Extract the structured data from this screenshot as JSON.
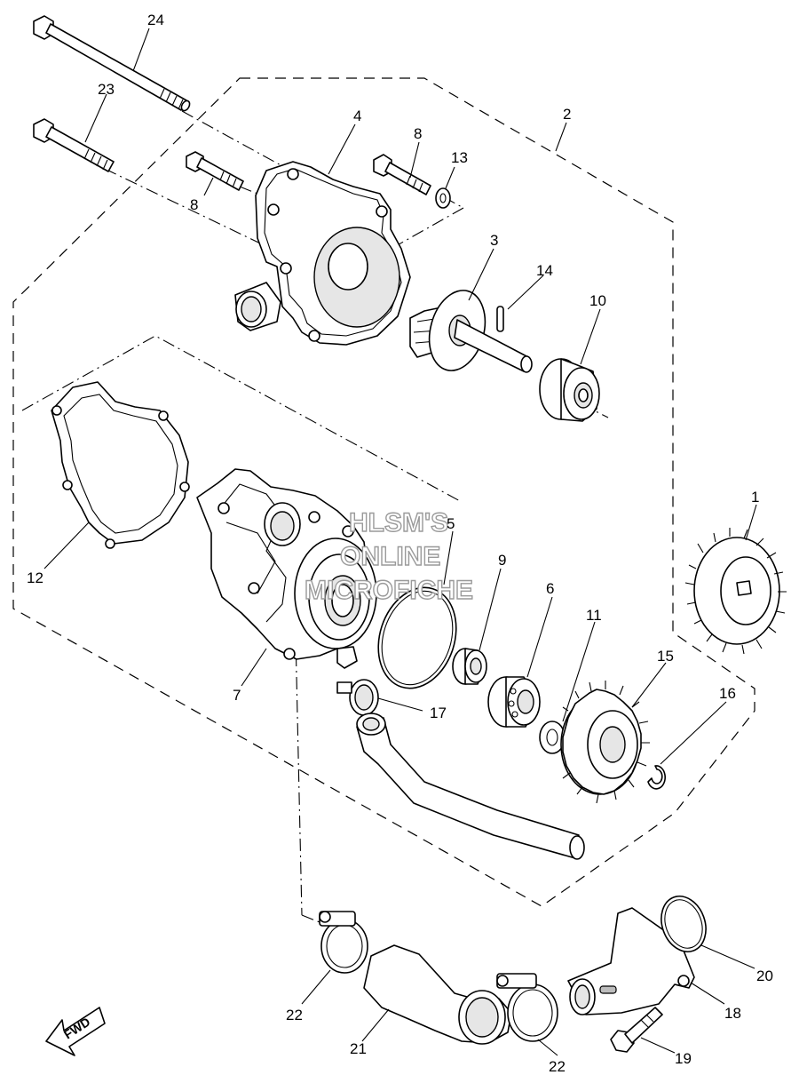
{
  "diagram": {
    "part_numbers": {
      "p1": "1",
      "p2": "2",
      "p3": "3",
      "p4": "4",
      "p5": "5",
      "p6": "6",
      "p7": "7",
      "p8a": "8",
      "p8b": "8",
      "p9": "9",
      "p10": "10",
      "p11": "11",
      "p12": "12",
      "p13": "13",
      "p14": "14",
      "p15": "15",
      "p16": "16",
      "p17": "17",
      "p18": "18",
      "p19": "19",
      "p20": "20",
      "p21": "21",
      "p22a": "22",
      "p22b": "22",
      "p23": "23",
      "p24": "24"
    },
    "watermark": {
      "line1": "HLSM'S",
      "line2": "ONLINE",
      "line3": "MICROFICHE"
    },
    "fwd_label": "FWD"
  }
}
